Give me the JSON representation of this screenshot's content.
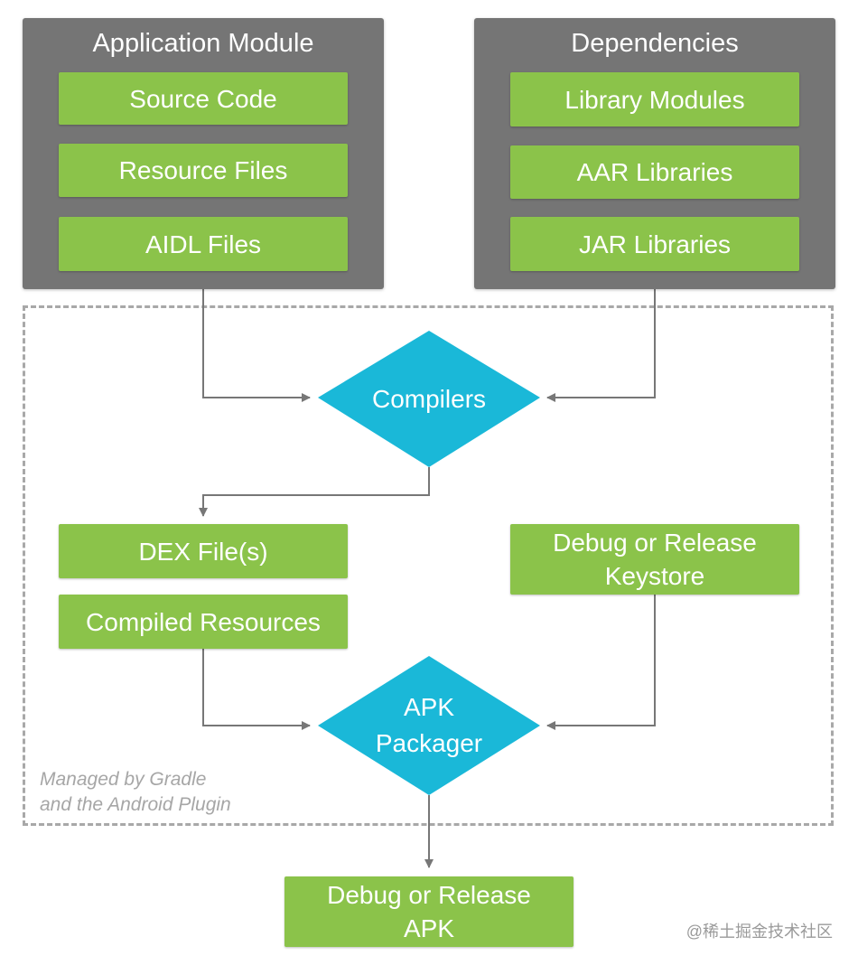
{
  "app_module": {
    "title": "Application Module",
    "items": [
      "Source Code",
      "Resource Files",
      "AIDL Files"
    ]
  },
  "dependencies": {
    "title": "Dependencies",
    "items": [
      "Library Modules",
      "AAR Libraries",
      "JAR Libraries"
    ]
  },
  "compilers": {
    "label": "Compilers"
  },
  "outputs": {
    "dex": "DEX File(s)",
    "compiled_resources": "Compiled Resources",
    "keystore": "Debug or Release\nKeystore"
  },
  "packager": {
    "label": "APK\nPackager"
  },
  "final_apk": {
    "label": "Debug or Release\nAPK"
  },
  "managed_note": "Managed by Gradle\nand the Android Plugin",
  "watermark": "@稀土掘金技术社区",
  "colors": {
    "panel": "#757575",
    "green": "#8bc34a",
    "cyan": "#1ab8d8",
    "connector": "#777777",
    "dashed_border": "#a8a8a8"
  }
}
